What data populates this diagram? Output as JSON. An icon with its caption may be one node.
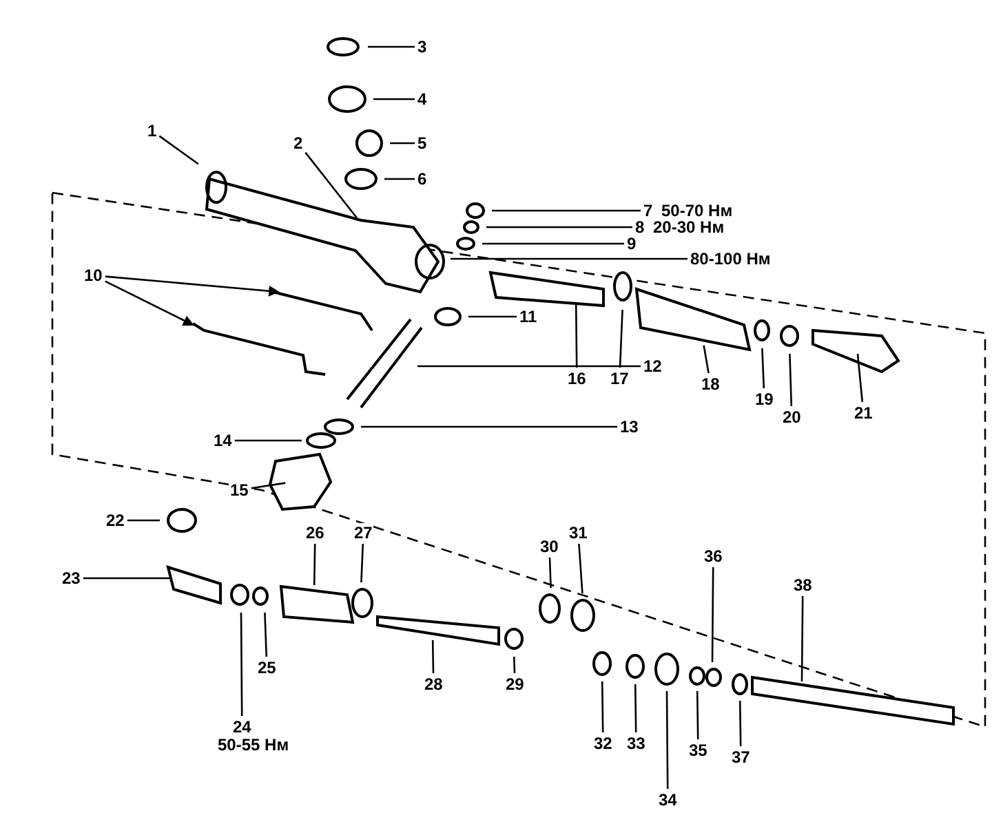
{
  "diagram": {
    "nodes": [
      {
        "text": [
          "1"
        ]
      },
      {
        "text": [
          "2"
        ]
      },
      {
        "text": [
          "3"
        ]
      },
      {
        "text": [
          "4"
        ]
      },
      {
        "text": [
          "5"
        ]
      },
      {
        "text": [
          "6"
        ]
      },
      {
        "text": [
          "7"
        ],
        "beside": [
          "50-70 Нм"
        ]
      },
      {
        "text": [
          "8"
        ],
        "beside": [
          "20-30 Нм"
        ]
      },
      {
        "text": [
          "9"
        ]
      },
      {
        "text": [
          "80-100 Нм"
        ]
      },
      {
        "text": [
          "10"
        ]
      },
      {
        "text": [
          "11"
        ]
      },
      {
        "text": [
          "12"
        ]
      },
      {
        "text": [
          "13"
        ]
      },
      {
        "text": [
          "14"
        ]
      },
      {
        "text": [
          "15"
        ]
      },
      {
        "text": [
          "16"
        ]
      },
      {
        "text": [
          "17"
        ]
      },
      {
        "text": [
          "18"
        ]
      },
      {
        "text": [
          "19"
        ]
      },
      {
        "text": [
          "20"
        ]
      },
      {
        "text": [
          "21"
        ]
      },
      {
        "text": [
          "22"
        ]
      },
      {
        "text": [
          "23"
        ]
      },
      {
        "text": [
          "24"
        ],
        "beside": [
          "50-55 Нм"
        ]
      },
      {
        "text": [
          "25"
        ]
      },
      {
        "text": [
          "26"
        ]
      },
      {
        "text": [
          "27"
        ]
      },
      {
        "text": [
          "28"
        ]
      },
      {
        "text": [
          "29"
        ]
      },
      {
        "text": [
          "30"
        ]
      },
      {
        "text": [
          "31"
        ]
      },
      {
        "text": [
          "32"
        ]
      },
      {
        "text": [
          "33"
        ]
      },
      {
        "text": [
          "34"
        ]
      },
      {
        "text": [
          "35"
        ]
      },
      {
        "text": [
          "36"
        ]
      },
      {
        "text": [
          "37"
        ]
      },
      {
        "text": [
          "38"
        ]
      }
    ],
    "edges": [
      {
        "from": 0,
        "to": null,
        "arrow": "none"
      },
      {
        "from": 1,
        "to": null,
        "arrow": "none"
      },
      {
        "from": 2,
        "to": null,
        "arrow": "none"
      },
      {
        "from": 3,
        "to": null,
        "arrow": "none"
      },
      {
        "from": 4,
        "to": null,
        "arrow": "none"
      },
      {
        "from": 5,
        "to": null,
        "arrow": "none"
      },
      {
        "from": 6,
        "to": null,
        "arrow": "none"
      },
      {
        "from": 7,
        "to": null,
        "arrow": "none"
      },
      {
        "from": 8,
        "to": null,
        "arrow": "none"
      },
      {
        "from": 9,
        "to": null,
        "arrow": "none"
      },
      {
        "from": 10,
        "to": null,
        "arrow": "to"
      },
      {
        "from": 10,
        "to": null,
        "arrow": "to"
      },
      {
        "from": 11,
        "to": null,
        "arrow": "none"
      },
      {
        "from": 12,
        "to": null,
        "arrow": "none"
      },
      {
        "from": 13,
        "to": null,
        "arrow": "none"
      },
      {
        "from": 14,
        "to": null,
        "arrow": "none"
      },
      {
        "from": 15,
        "to": null,
        "arrow": "none"
      },
      {
        "from": 16,
        "to": null,
        "arrow": "none"
      },
      {
        "from": 17,
        "to": null,
        "arrow": "none"
      },
      {
        "from": 18,
        "to": null,
        "arrow": "none"
      },
      {
        "from": 19,
        "to": null,
        "arrow": "none"
      },
      {
        "from": 20,
        "to": null,
        "arrow": "none"
      },
      {
        "from": 21,
        "to": null,
        "arrow": "none"
      },
      {
        "from": 22,
        "to": null,
        "arrow": "none"
      },
      {
        "from": 23,
        "to": null,
        "arrow": "none"
      },
      {
        "from": 24,
        "to": null,
        "arrow": "none"
      },
      {
        "from": 25,
        "to": null,
        "arrow": "none"
      },
      {
        "from": 26,
        "to": null,
        "arrow": "none"
      },
      {
        "from": 27,
        "to": null,
        "arrow": "none"
      },
      {
        "from": 28,
        "to": null,
        "arrow": "none"
      },
      {
        "from": 29,
        "to": null,
        "arrow": "none"
      },
      {
        "from": 30,
        "to": null,
        "arrow": "none"
      },
      {
        "from": 31,
        "to": null,
        "arrow": "none"
      },
      {
        "from": 32,
        "to": null,
        "arrow": "none"
      },
      {
        "from": 33,
        "to": null,
        "arrow": "none"
      },
      {
        "from": 34,
        "to": null,
        "arrow": "none"
      },
      {
        "from": 35,
        "to": null,
        "arrow": "none"
      },
      {
        "from": 36,
        "to": null,
        "arrow": "none"
      },
      {
        "from": 37,
        "to": null,
        "arrow": "none"
      },
      {
        "from": 38,
        "to": null,
        "arrow": "none"
      }
    ]
  }
}
